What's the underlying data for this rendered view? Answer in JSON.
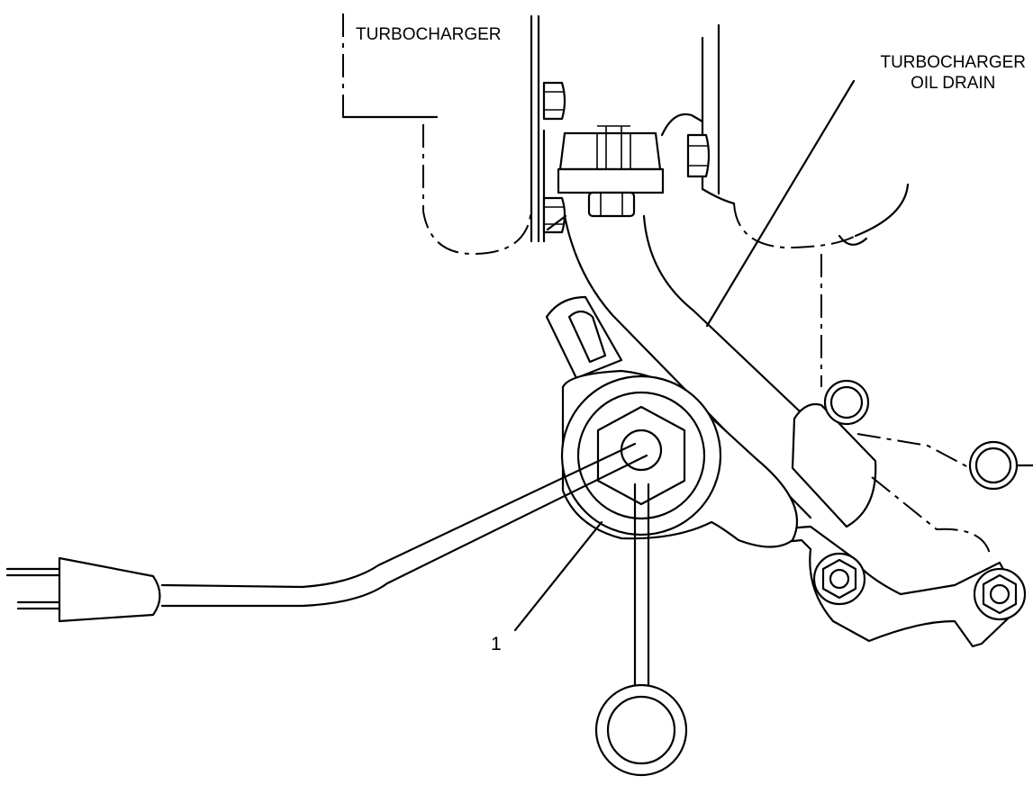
{
  "labels": {
    "turbocharger": "TURBOCHARGER",
    "oil_drain_line1": "TURBOCHARGER",
    "oil_drain_line2": "OIL DRAIN",
    "item_number": "1"
  }
}
